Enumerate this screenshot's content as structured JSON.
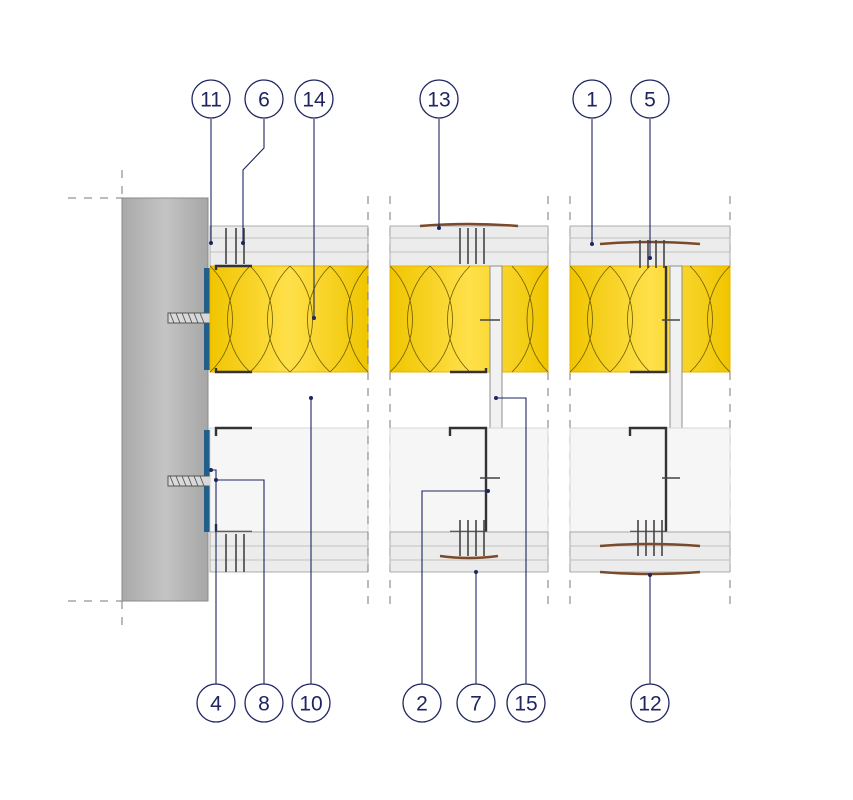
{
  "colors": {
    "callout": "#1e2560",
    "insulation": "#f5cf1c",
    "insulation_edge": "#e7b300",
    "concrete": "#b8b8b8",
    "tape": "#1f5f8a",
    "board": "#ececec"
  },
  "callouts": {
    "top": [
      {
        "id": "c11",
        "label": "11"
      },
      {
        "id": "c6",
        "label": "6"
      },
      {
        "id": "c14",
        "label": "14"
      },
      {
        "id": "c13",
        "label": "13"
      },
      {
        "id": "c1",
        "label": "1"
      },
      {
        "id": "c5",
        "label": "5"
      }
    ],
    "bottom": [
      {
        "id": "c4",
        "label": "4"
      },
      {
        "id": "c8",
        "label": "8"
      },
      {
        "id": "c10",
        "label": "10"
      },
      {
        "id": "c2",
        "label": "2"
      },
      {
        "id": "c7",
        "label": "7"
      },
      {
        "id": "c15",
        "label": "15"
      },
      {
        "id": "c12",
        "label": "12"
      }
    ]
  }
}
